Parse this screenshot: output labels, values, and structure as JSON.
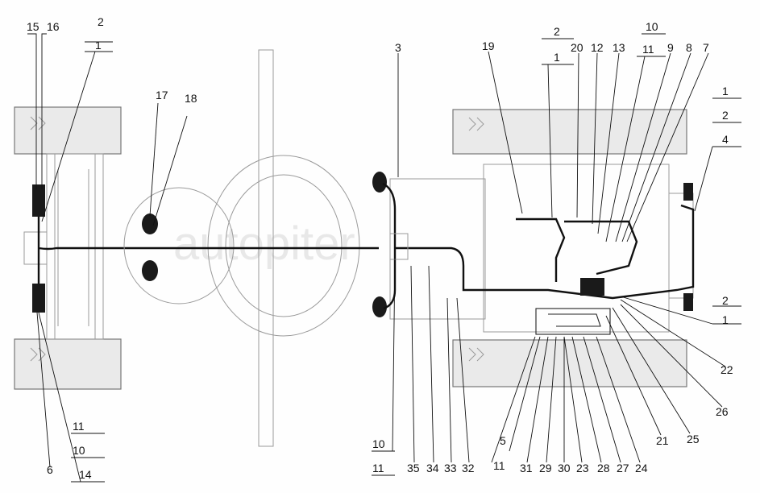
{
  "watermark": "autopiter",
  "callouts": [
    {
      "id": "c15",
      "text": "15"
    },
    {
      "id": "c16",
      "text": "16"
    },
    {
      "id": "c2a",
      "text": "2"
    },
    {
      "id": "c1a",
      "text": "1"
    },
    {
      "id": "c17",
      "text": "17"
    },
    {
      "id": "c18",
      "text": "18"
    },
    {
      "id": "c3",
      "text": "3"
    },
    {
      "id": "c19",
      "text": "19"
    },
    {
      "id": "c2b",
      "text": "2"
    },
    {
      "id": "c1b",
      "text": "1"
    },
    {
      "id": "c20",
      "text": "20"
    },
    {
      "id": "c12",
      "text": "12"
    },
    {
      "id": "c13",
      "text": "13"
    },
    {
      "id": "c10a",
      "text": "10"
    },
    {
      "id": "c11a",
      "text": "11"
    },
    {
      "id": "c9",
      "text": "9"
    },
    {
      "id": "c8",
      "text": "8"
    },
    {
      "id": "c7",
      "text": "7"
    },
    {
      "id": "c1c",
      "text": "1"
    },
    {
      "id": "c2c",
      "text": "2"
    },
    {
      "id": "c4",
      "text": "4"
    },
    {
      "id": "c2d",
      "text": "2"
    },
    {
      "id": "c1d",
      "text": "1"
    },
    {
      "id": "c22",
      "text": "22"
    },
    {
      "id": "c26",
      "text": "26"
    },
    {
      "id": "c25",
      "text": "25"
    },
    {
      "id": "c21",
      "text": "21"
    },
    {
      "id": "c24",
      "text": "24"
    },
    {
      "id": "c27",
      "text": "27"
    },
    {
      "id": "c28",
      "text": "28"
    },
    {
      "id": "c23",
      "text": "23"
    },
    {
      "id": "c30",
      "text": "30"
    },
    {
      "id": "c29",
      "text": "29"
    },
    {
      "id": "c31",
      "text": "31"
    },
    {
      "id": "c5",
      "text": "5"
    },
    {
      "id": "c11b",
      "text": "11"
    },
    {
      "id": "c32",
      "text": "32"
    },
    {
      "id": "c33",
      "text": "33"
    },
    {
      "id": "c34",
      "text": "34"
    },
    {
      "id": "c35",
      "text": "35"
    },
    {
      "id": "c10b",
      "text": "10"
    },
    {
      "id": "c11c",
      "text": "11"
    },
    {
      "id": "c11d",
      "text": "11"
    },
    {
      "id": "c10c",
      "text": "10"
    },
    {
      "id": "c14",
      "text": "14"
    },
    {
      "id": "c6",
      "text": "6"
    }
  ]
}
